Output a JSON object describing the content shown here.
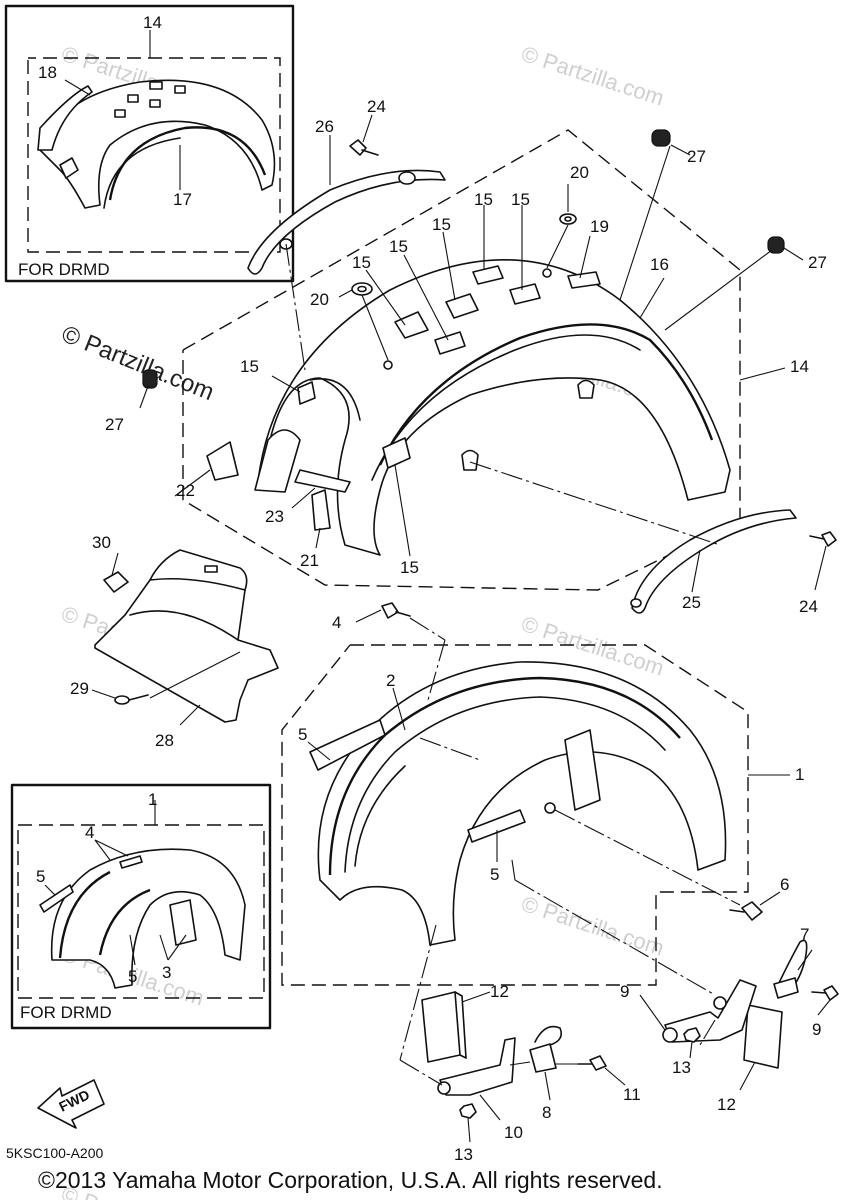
{
  "diagram": {
    "insets": {
      "rear_drmd_label": "FOR DRMD",
      "front_drmd_label": "FOR DRMD"
    },
    "callouts": {
      "c1a": "1",
      "c1b": "1",
      "c2": "2",
      "c3": "3",
      "c4a": "4",
      "c4b": "4",
      "c5a": "5",
      "c5b": "5",
      "c5c": "5",
      "c5d": "5",
      "c6": "6",
      "c7": "7",
      "c8": "8",
      "c9a": "9",
      "c9b": "9",
      "c10": "10",
      "c11": "11",
      "c12a": "12",
      "c12b": "12",
      "c13a": "13",
      "c13b": "13",
      "c14a": "14",
      "c14b": "14",
      "c15a": "15",
      "c15b": "15",
      "c15c": "15",
      "c15d": "15",
      "c15e": "15",
      "c15f": "15",
      "c15g": "15",
      "c16": "16",
      "c17": "17",
      "c18": "18",
      "c19": "19",
      "c20a": "20",
      "c20b": "20",
      "c21": "21",
      "c22": "22",
      "c23": "23",
      "c24a": "24",
      "c24b": "24",
      "c25": "25",
      "c26": "26",
      "c27a": "27",
      "c27b": "27",
      "c27c": "27",
      "c28": "28",
      "c29": "29",
      "c30": "30"
    },
    "fwd_label": "FWD",
    "diagram_code": "5KSC100-A200",
    "copyright": "©2013 Yamaha Motor Corporation, U.S.A. All rights reserved.",
    "watermark": "© Partzilla.com"
  }
}
